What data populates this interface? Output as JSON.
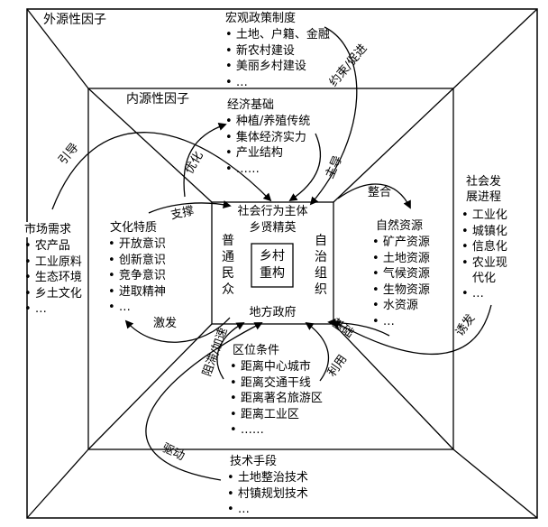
{
  "outer": {
    "title": "外源性因子",
    "macro_policy": {
      "title": "宏观政策制度",
      "items": [
        "土地、户籍、金融",
        "新农村建设",
        "美丽乡村建设",
        "…"
      ]
    },
    "market": {
      "title": "市场需求",
      "items": [
        "农产品",
        "工业原料",
        "生态环境",
        "乡土文化",
        "…"
      ]
    },
    "social": {
      "title_line1": "社会发",
      "title_line2": "展进程",
      "items": [
        "工业化",
        "城镇化",
        "信息化",
        "农业现",
        "…"
      ],
      "item4_cont": "代化"
    },
    "tech": {
      "title": "技术手段",
      "items": [
        "土地整治技术",
        "村镇规划技术",
        "…"
      ]
    }
  },
  "inner": {
    "title": "内源性因子",
    "economy": {
      "title": "经济基础",
      "items": [
        "种植/养殖传统",
        "集体经济实力",
        "产业结构",
        "……"
      ]
    },
    "culture": {
      "title": "文化特质",
      "items": [
        "开放意识",
        "创新意识",
        "竞争意识",
        "进取精神",
        "…"
      ]
    },
    "nature": {
      "title": "自然资源",
      "items": [
        "矿产资源",
        "土地资源",
        "气候资源",
        "生物资源",
        "水资源",
        "…"
      ]
    },
    "location": {
      "title": "区位条件",
      "items": [
        "距离中心城市",
        "距离交通干线",
        "距离著名旅游区",
        "距离工业区",
        "……"
      ]
    }
  },
  "center": {
    "top_line1": "社会行为主体",
    "top_line2": "乡贤精英",
    "left": "普通民众",
    "right": "自治组织",
    "bottom": "地方政府",
    "core_line1": "乡村",
    "core_line2": "重构"
  },
  "arrows": {
    "constrain": "约束/促进",
    "guide": "引导",
    "optimize": "优化",
    "lead": "主导",
    "support": "支撑",
    "integrate": "整合",
    "stimulate": "激发",
    "foundation": "基础",
    "induce": "诱发",
    "hinder": "阻滞/加速",
    "utilize": "利用",
    "drive": "驱动"
  }
}
